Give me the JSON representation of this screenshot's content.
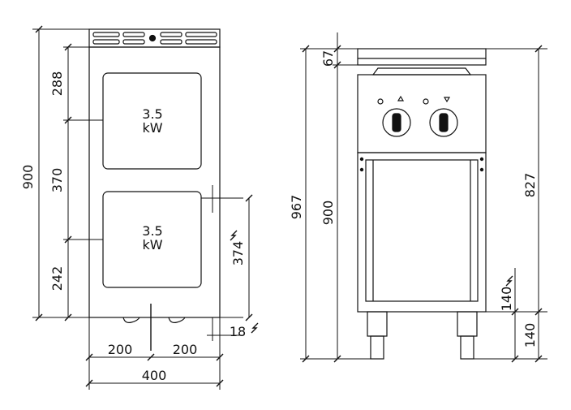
{
  "plan_view": {
    "zones": [
      {
        "power": "3.5",
        "unit": "kW"
      },
      {
        "power": "3.5",
        "unit": "kW"
      }
    ],
    "dimensions": {
      "total_depth": "900",
      "top_segment": "288",
      "middle_segment": "370",
      "bottom_segment": "242",
      "zone_offset": "374",
      "half_width_left": "200",
      "half_width_right": "200",
      "total_width": "400",
      "leg_offset": "18"
    }
  },
  "front_view": {
    "dimensions": {
      "overall_height": "967",
      "body_height": "900",
      "backsplash_height": "67",
      "worktop_height": "827",
      "connection_height": "140",
      "leg_height": "140"
    }
  },
  "icons": [
    "electric-connection-symbol"
  ]
}
